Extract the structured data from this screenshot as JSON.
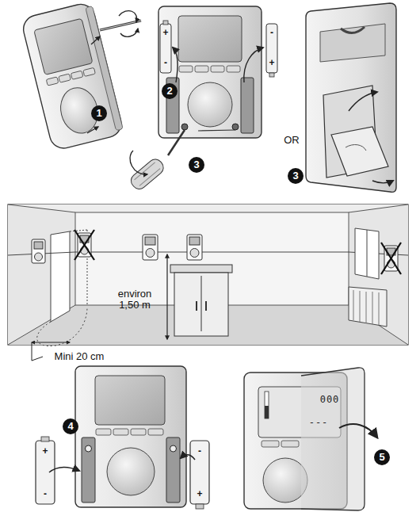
{
  "diagram": {
    "labels": [
      "1",
      "2",
      "+",
      "-",
      "-",
      "+",
      "3",
      "OR",
      "3",
      "environ 1,50 m",
      "Mini 20 cm",
      "4",
      "+",
      "-",
      "-",
      "+",
      "000",
      "---",
      "5"
    ]
  }
}
